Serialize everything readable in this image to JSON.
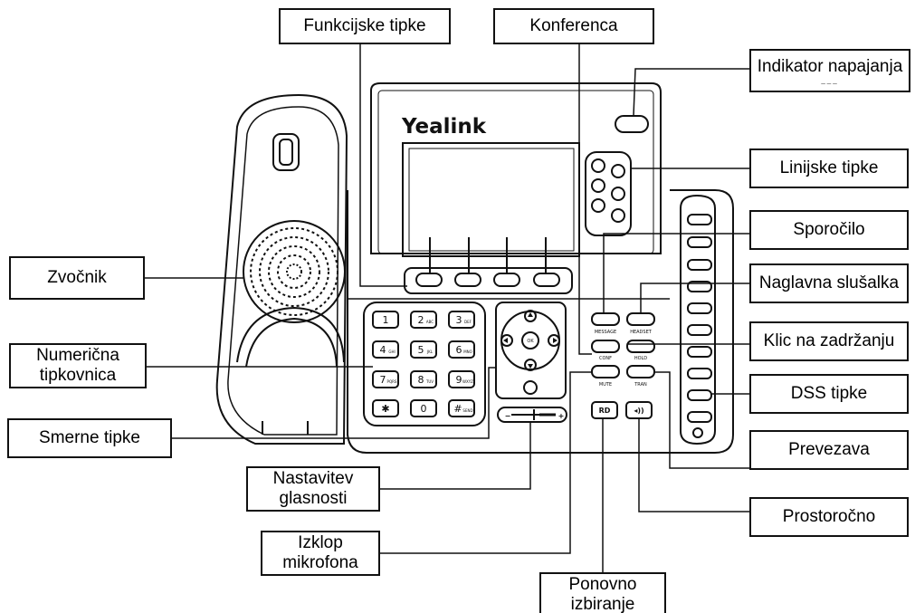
{
  "brand": {
    "logo_text": "Yealink"
  },
  "keypad": {
    "keys": [
      {
        "main": "1",
        "sub": ""
      },
      {
        "main": "2",
        "sub": "ABC"
      },
      {
        "main": "3",
        "sub": "DEF"
      },
      {
        "main": "4",
        "sub": "GHI"
      },
      {
        "main": "5",
        "sub": "JKL"
      },
      {
        "main": "6",
        "sub": "MNO"
      },
      {
        "main": "7",
        "sub": "PQRS"
      },
      {
        "main": "8",
        "sub": "TUV"
      },
      {
        "main": "9",
        "sub": "WXYZ"
      },
      {
        "main": "✱",
        "sub": ""
      },
      {
        "main": "0",
        "sub": ""
      },
      {
        "main": "#",
        "sub": "SEND"
      }
    ]
  },
  "nav_keys": {
    "ok": "OK"
  },
  "feature_keys": {
    "message": "MESSAGE",
    "headset": "HEADSET",
    "conf": "CONF",
    "hold": "HOLD",
    "mute": "MUTE",
    "tran": "TRAN",
    "redial": "RD",
    "speaker": "◂))"
  },
  "volume": {
    "minus": "−",
    "plus": "+"
  },
  "labels": {
    "funkcijske_tipke": "Funkcijske tipke",
    "konferenca": "Konferenca",
    "indikator_napajanja": "Indikator napajanja",
    "indikator_sub": "___",
    "linijske_tipke": "Linijske tipke",
    "sporocilo": "Sporočilo",
    "naglavna_slusalka": "Naglavna slušalka",
    "klic_na_zadrzanju": "Klic na zadržanju",
    "dss_tipke": "DSS tipke",
    "prevezava": "Prevezava",
    "prostorocno": "Prostoročno",
    "ponovno_1": "Ponovno",
    "ponovno_2": "izbiranje",
    "izklop_1": "Izklop",
    "izklop_2": "mikrofona",
    "nastavitev_1": "Nastavitev",
    "nastavitev_2": "glasnosti",
    "smerne_tipke": "Smerne tipke",
    "numericna_1": "Numerična",
    "numericna_2": "tipkovnica",
    "zvocnik": "Zvočnik"
  }
}
